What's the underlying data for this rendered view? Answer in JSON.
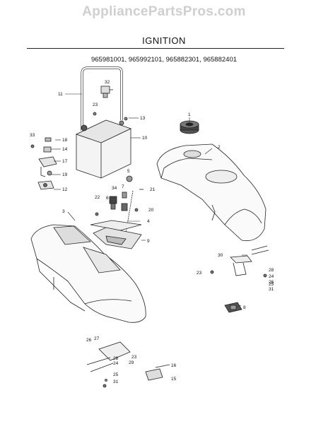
{
  "header": {
    "watermark": "AppliancePartsPros.com",
    "title": "IGNITION",
    "models": "965981001, 965992101, 965882301, 965882401"
  },
  "callouts": {
    "c1": "1",
    "c2": "2",
    "c3": "3",
    "c4": "4",
    "c5": "5",
    "c6": "6",
    "c7": "7",
    "c8": "8",
    "c9": "9",
    "c10": "10",
    "c11": "11",
    "c12": "12",
    "c13": "13",
    "c14": "14",
    "c15": "15",
    "c16": "16",
    "c17": "17",
    "c18": "18",
    "c19": "19",
    "c20": "20",
    "c21": "21",
    "c22": "22",
    "c23a": "23",
    "c23b": "23",
    "c23c": "23",
    "c24a": "24",
    "c24b": "24",
    "c25a": "25",
    "c25b": "25",
    "c26a": "26",
    "c26b": "26",
    "c27": "27",
    "c28a": "28",
    "c28b": "28",
    "c29": "29",
    "c30": "30",
    "c31a": "31",
    "c31b": "31",
    "c32": "32",
    "c33": "33",
    "c34": "34"
  }
}
